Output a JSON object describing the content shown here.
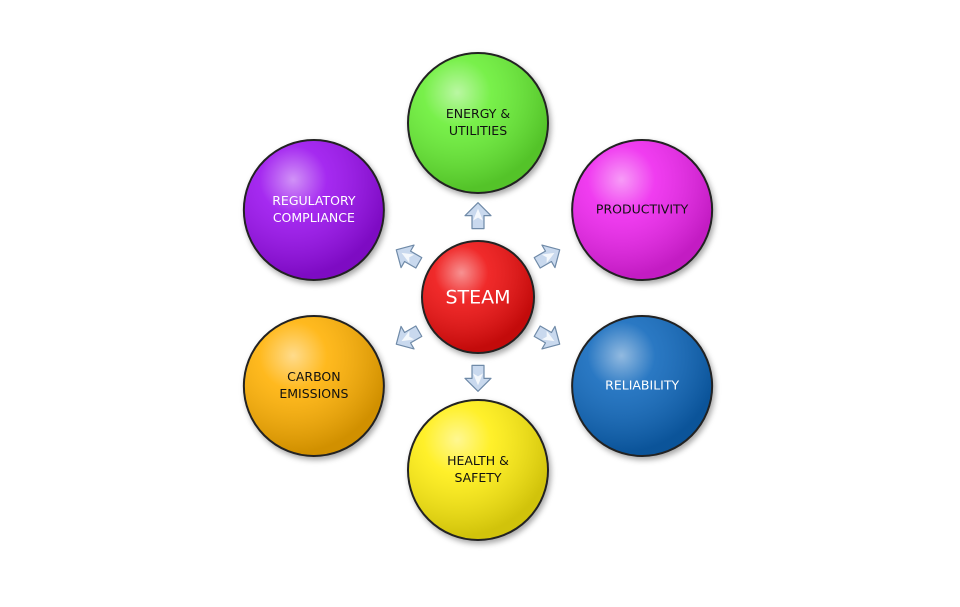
{
  "center": {
    "label": "STEAM",
    "color": "#ee1111",
    "text_color": "#ffffff"
  },
  "nodes": [
    {
      "id": "energy-utilities",
      "lines": [
        "ENERGY &",
        "UTILITIES"
      ],
      "color": "#66ee33",
      "text_color": "#111111"
    },
    {
      "id": "productivity",
      "lines": [
        "PRODUCTIVITY"
      ],
      "color": "#ee22ee",
      "text_color": "#111111"
    },
    {
      "id": "reliability",
      "lines": [
        "RELIABILITY"
      ],
      "color": "#0a66bb",
      "text_color": "#ffffff"
    },
    {
      "id": "health-safety",
      "lines": [
        "HEALTH &",
        "SAFETY"
      ],
      "color": "#ffee11",
      "text_color": "#111111"
    },
    {
      "id": "carbon-emissions",
      "lines": [
        "CARBON",
        "EMISSIONS"
      ],
      "color": "#ffb000",
      "text_color": "#111111"
    },
    {
      "id": "regulatory-compliance",
      "lines": [
        "REGULATORY",
        "COMPLIANCE"
      ],
      "color": "#9911ee",
      "text_color": "#ffffff"
    }
  ],
  "arrow_color": "#c9d9ee",
  "arrow_stroke": "#6f8aa8"
}
